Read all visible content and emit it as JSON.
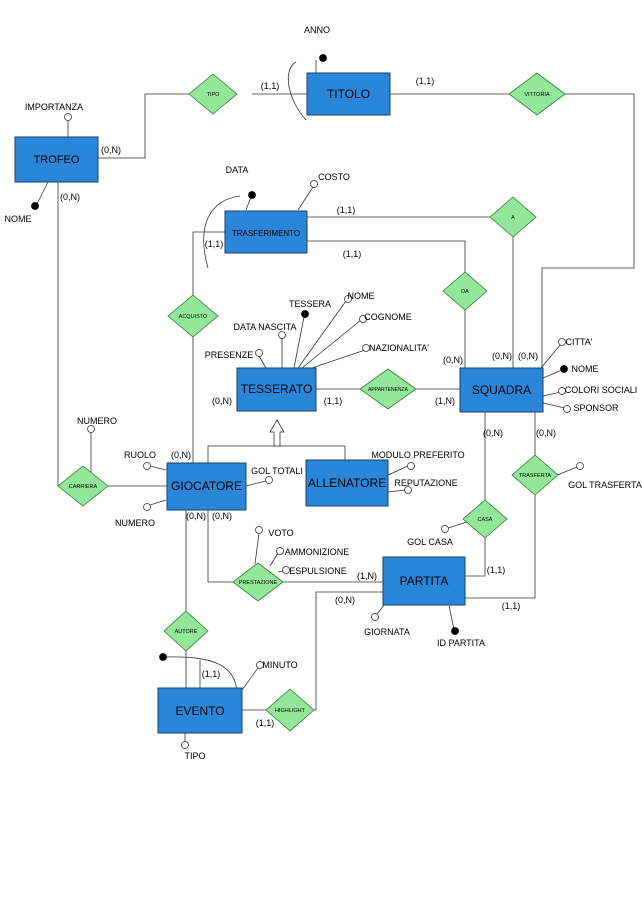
{
  "entities": {
    "titolo": "TITOLO",
    "trofeo": "TROFEO",
    "trasferimento": "TRASFERIMENTO",
    "tesserato": "TESSERATO",
    "squadra": "SQUADRA",
    "giocatore": "GIOCATORE",
    "allenatore": "ALLENATORE",
    "partita": "PARTITA",
    "evento": "EVENTO"
  },
  "relationships": {
    "tipo": "TIPO",
    "vittoria": "VITTORIA",
    "a": "A",
    "da": "DA",
    "acquisto": "ACQUISTO",
    "appartenenza": "APPARTENENZA",
    "carriera": "CARRIERA",
    "trasferta": "TRASFERTA",
    "casa": "CASA",
    "prestazione": "PRESTAZIONE",
    "autore": "AUTORE",
    "highlight": "HIGHLIGHT"
  },
  "attributes": {
    "anno": "ANNO",
    "importanza": "IMPORTANZA",
    "nome_trofeo": "NOME",
    "data": "DATA",
    "costo": "COSTO",
    "tessera": "TESSERA",
    "nome": "NOME",
    "cognome": "COGNOME",
    "data_nascita": "DATA NASCITA",
    "presenze": "PRESENZE",
    "nazionalita": "NAZIONALITA'",
    "citta": "CITTA'",
    "nome_squadra": "NOME",
    "colori_sociali": "COLORI SOCIALI",
    "sponsor": "SPONSOR",
    "numero_carriera": "NUMERO",
    "ruolo": "RUOLO",
    "numero_giocatore": "NUMERO",
    "gol_totali": "GOL TOTALI",
    "modulo_preferito": "MODULO PREFERITO",
    "reputazione": "REPUTAZIONE",
    "gol_trasferta": "GOL TRASFERTA",
    "gol_casa": "GOL CASA",
    "voto": "VOTO",
    "ammonizione": "AMMONIZIONE",
    "espulsione": "ESPULSIONE",
    "giornata": "GIORNATA",
    "id_partita": "ID PARTITA",
    "minuto": "MINUTO",
    "tipo_evento": "TIPO"
  },
  "cardinalities": {
    "tipo_titolo": "(1,1)",
    "vittoria_titolo": "(1,1)",
    "tipo_trofeo": "(0,N)",
    "carriera_trofeo": "(0,N)",
    "a_trasferimento": "(1,1)",
    "da_trasferimento": "(1,1)",
    "acquisto_trasferimento": "(1,1)",
    "appart_tesserato": "(1,1)",
    "appart_squadra": "(1,N)",
    "da_squadra": "(0,N)",
    "a_squadra": "(0,N)",
    "vittoria_squadra": "(0,N)",
    "tesserato_left": "(0,N)",
    "giocatore_top": "(0,N)",
    "squadra_casa": "(0,N)",
    "squadra_trasferta": "(0,N)",
    "giocatore_autore": "(0,N)",
    "giocatore_prestazione": "(0,N)",
    "partita_prestazione": "(1,N)",
    "partita_casa": "(1,1)",
    "partita_trasferta": "(1,1)",
    "partita_highlight": "(0,N)",
    "evento_autore": "(1,1)",
    "evento_highlight": "(1,1)"
  },
  "colors": {
    "entity_fill": "#2a86d9",
    "relationship_fill": "#92e898"
  }
}
